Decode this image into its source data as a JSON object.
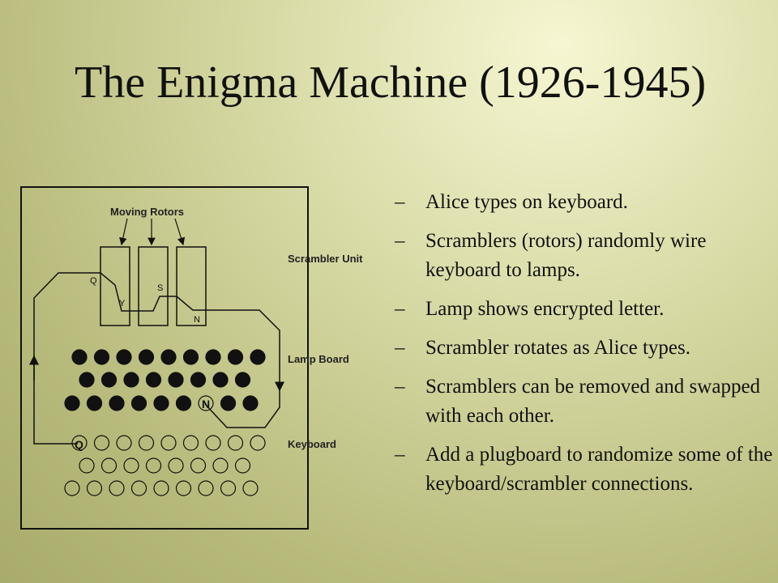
{
  "title": "The Enigma Machine (1926-1945)",
  "diagram": {
    "moving_rotors_label": "Moving Rotors",
    "scrambler_unit_label": "Scrambler Unit",
    "lamp_board_label": "Lamp Board",
    "keyboard_label": "Keyboard",
    "rotor_letters": [
      "Q",
      "Y",
      "S",
      "N"
    ],
    "lit_lamp_letter": "N",
    "pressed_key_letter": "Q"
  },
  "bullets": [
    {
      "dash": "–",
      "text": "Alice types on keyboard."
    },
    {
      "dash": "–",
      "text": "Scramblers (rotors) randomly wire keyboard to lamps."
    },
    {
      "dash": "–",
      "text": "Lamp shows encrypted letter."
    },
    {
      "dash": "–",
      "text": "Scrambler rotates as Alice types."
    },
    {
      "dash": "–",
      "text": "Scramblers can be removed and swapped with each other."
    },
    {
      "dash": "–",
      "text": "Add a plugboard to randomize some of the keyboard/scrambler connections."
    }
  ]
}
